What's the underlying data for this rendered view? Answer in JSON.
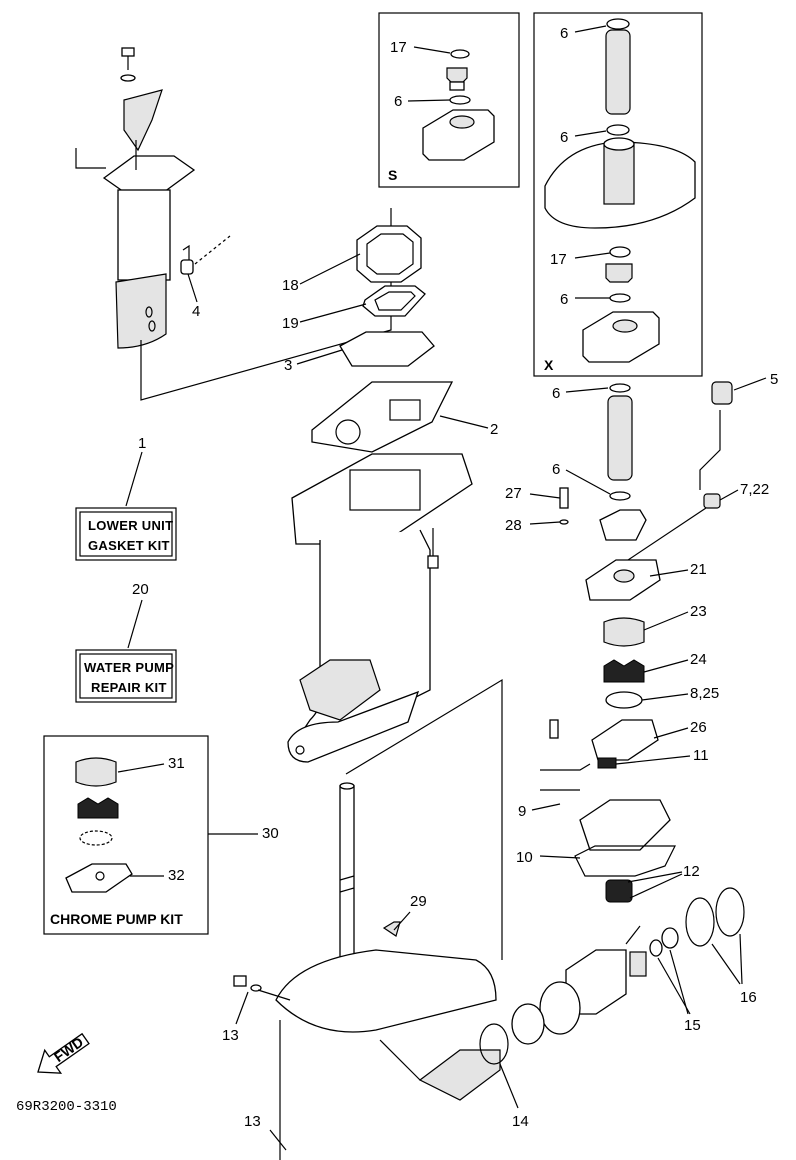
{
  "diagram_id": "69R3200-3310",
  "callouts": [
    "1",
    "2",
    "3",
    "4",
    "5",
    "6",
    "7,22",
    "8,25",
    "9",
    "10",
    "11",
    "12",
    "13",
    "14",
    "15",
    "16",
    "17",
    "18",
    "19",
    "20",
    "21",
    "23",
    "24",
    "26",
    "27",
    "28",
    "29",
    "30",
    "31",
    "32"
  ],
  "labels": {
    "n1": "1",
    "n2": "2",
    "n3": "3",
    "n4": "4",
    "n5": "5",
    "n6": "6",
    "n7_22": "7,22",
    "n8_25": "8,25",
    "n9": "9",
    "n10": "10",
    "n11": "11",
    "n12": "12",
    "n13": "13",
    "n14": "14",
    "n15": "15",
    "n16": "16",
    "n17": "17",
    "n18": "18",
    "n19": "19",
    "n20": "20",
    "n21": "21",
    "n23": "23",
    "n24": "24",
    "n26": "26",
    "n27": "27",
    "n28": "28",
    "n29": "29",
    "n30": "30",
    "n31": "31",
    "n32": "32"
  },
  "kits": {
    "lower_unit_line1": "LOWER UNIT",
    "lower_unit_line2": "GASKET KIT",
    "water_pump_line1": "WATER PUMP",
    "water_pump_line2": "REPAIR KIT",
    "chrome_pump": "CHROME PUMP KIT"
  },
  "inset_labels": {
    "s": "S",
    "x": "X"
  },
  "fwd_label": "FWD"
}
